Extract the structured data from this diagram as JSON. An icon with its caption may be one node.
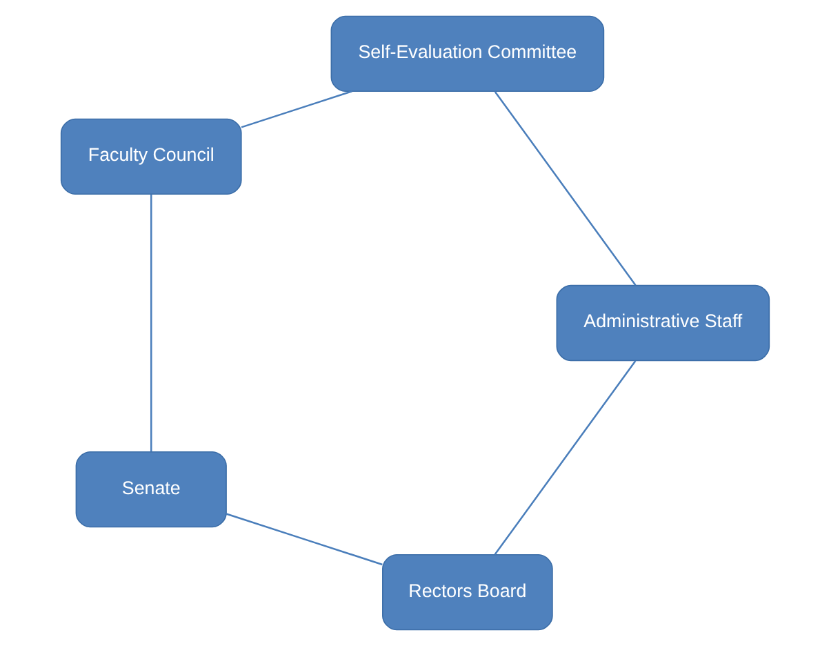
{
  "diagram": {
    "nodes": [
      {
        "text": [
          "Rectors Board"
        ]
      },
      {
        "text": [
          "Senate"
        ]
      },
      {
        "text": [
          "Faculty Council"
        ]
      },
      {
        "text": [
          "Self-Evaluation Committee"
        ]
      },
      {
        "text": [
          "Administrative Staff"
        ]
      }
    ],
    "edges": [
      {
        "from": 0,
        "to": 1,
        "arrow": "none"
      },
      {
        "from": 1,
        "to": 2,
        "arrow": "none"
      },
      {
        "from": 2,
        "to": 3,
        "arrow": "none"
      },
      {
        "from": 3,
        "to": 4,
        "arrow": "none"
      },
      {
        "from": 4,
        "to": 0,
        "arrow": "none"
      }
    ]
  }
}
